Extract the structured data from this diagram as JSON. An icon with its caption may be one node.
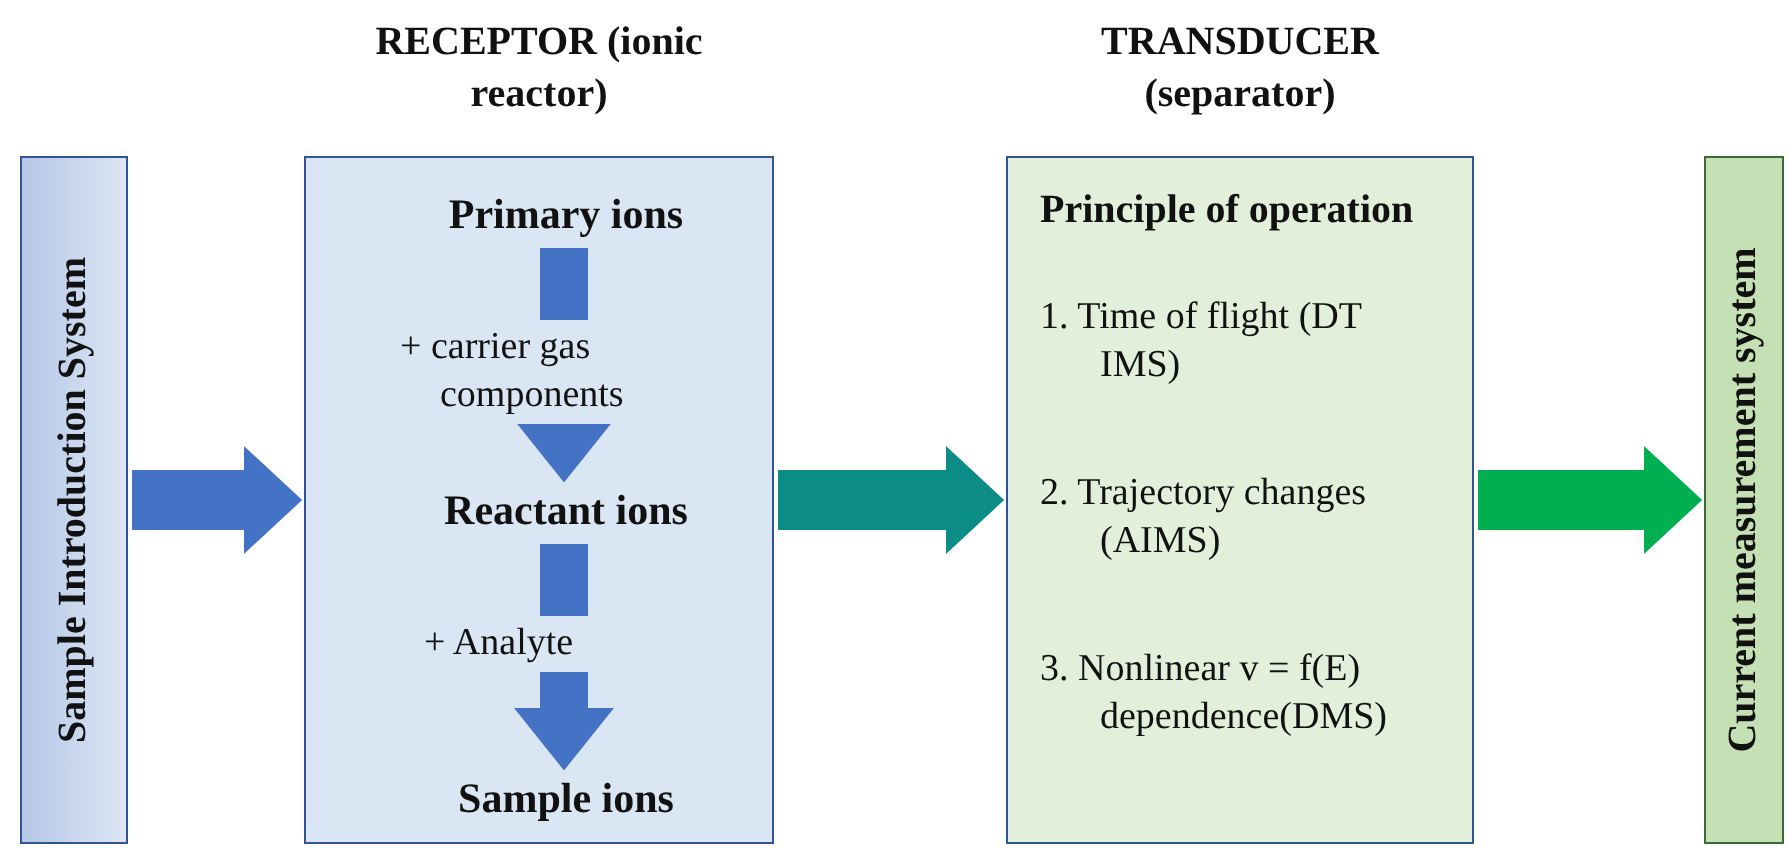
{
  "diagram": {
    "nodes": [
      {
        "text": [
          "Sample Introduction System"
        ]
      },
      {
        "text": [
          "RECEPTOR (ionic reactor)"
        ]
      },
      {
        "text": [
          "Primary ions"
        ],
        "in": 1
      },
      {
        "text": [
          "Reactant ions"
        ],
        "in": 1
      },
      {
        "text": [
          "Sample ions"
        ],
        "in": 1
      },
      {
        "text": [
          "TRANSDUCER (separator)",
          "Principle of operation",
          "1. Time of flight (DT IMS)",
          "2. Trajectory changes (AIMS)",
          "3. Nonlinear v = f(E) dependence(DMS)"
        ]
      },
      {
        "text": [
          "Current measurement system"
        ]
      }
    ],
    "edges": [
      {
        "from": 0,
        "to": 1,
        "arrow": "to"
      },
      {
        "from": 1,
        "to": 5,
        "arrow": "to",
        "color": "#0b8c86"
      },
      {
        "from": 5,
        "to": 6,
        "arrow": "to",
        "color": "#00b050"
      },
      {
        "from": 2,
        "to": 3,
        "arrow": "to",
        "label": "+ carrier gas components"
      },
      {
        "from": 3,
        "to": 4,
        "arrow": "to",
        "label": "+ Analyte"
      }
    ]
  }
}
